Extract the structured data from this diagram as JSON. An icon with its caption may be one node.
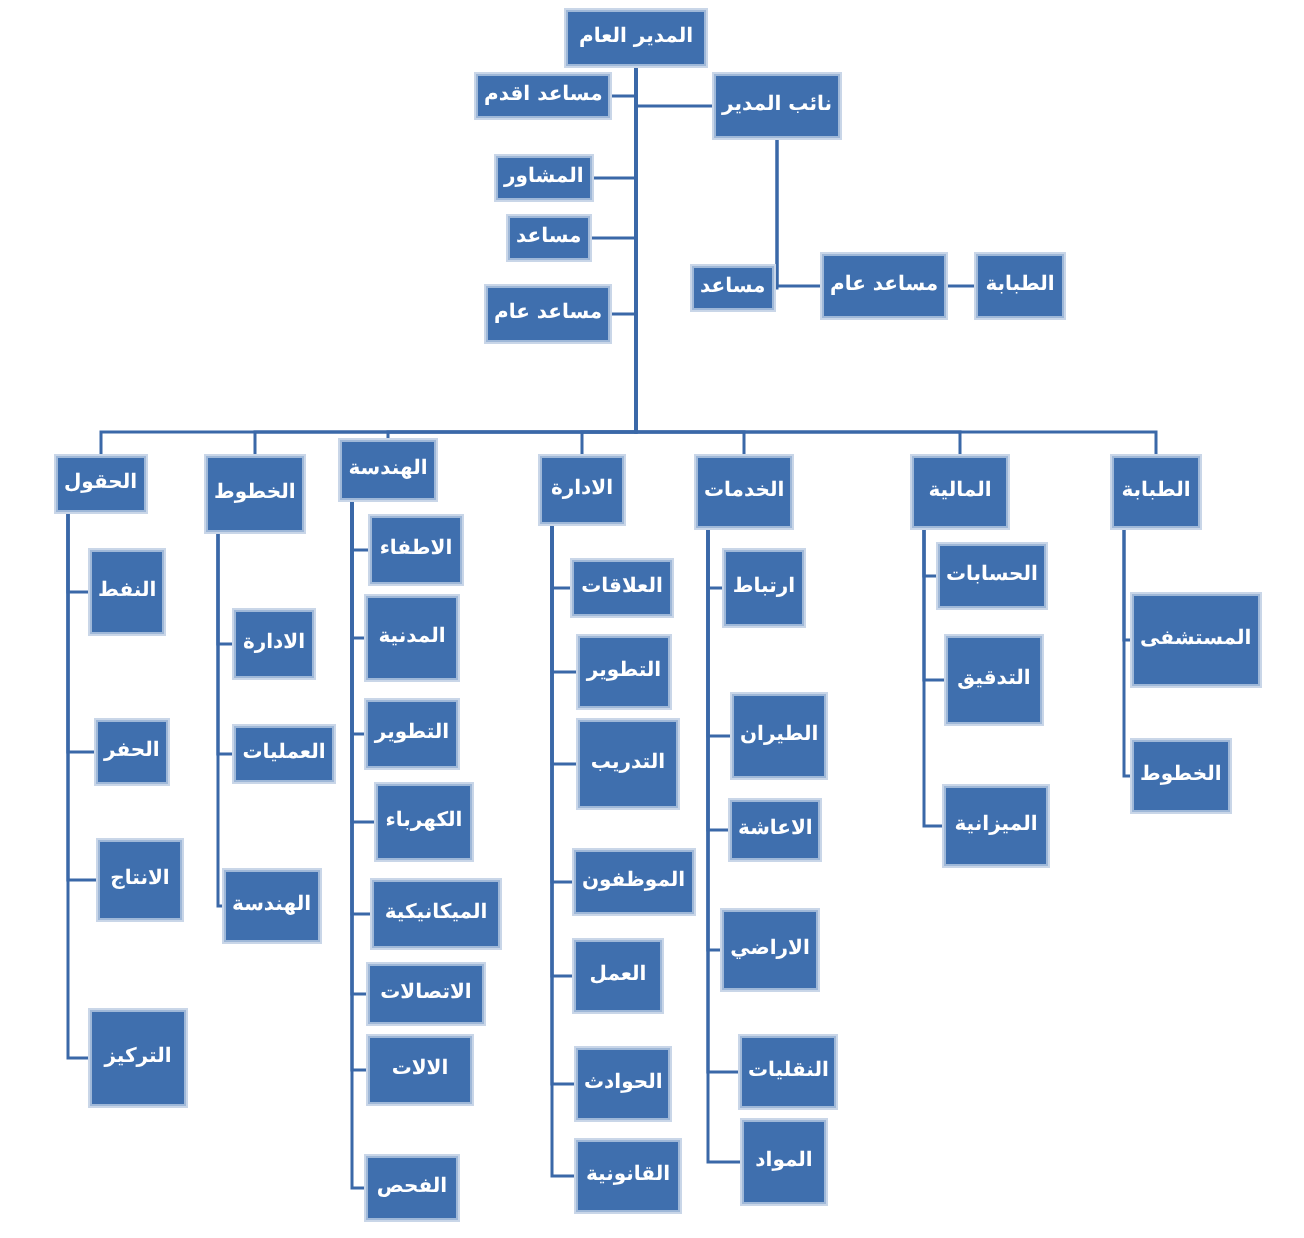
{
  "diagram": {
    "nodes": [
      {
        "text": [
          "المدير العام"
        ]
      },
      {
        "text": [
          "مساعد اقدم"
        ]
      },
      {
        "text": [
          "نائب المدير"
        ]
      },
      {
        "text": [
          "المشاور"
        ]
      },
      {
        "text": [
          "مساعد"
        ]
      },
      {
        "text": [
          "مساعد"
        ]
      },
      {
        "text": [
          "مساعد عام"
        ]
      },
      {
        "text": [
          "الطبابة"
        ]
      },
      {
        "text": [
          "مساعد عام"
        ]
      },
      {
        "text": [
          "الحقول"
        ]
      },
      {
        "text": [
          "الخطوط"
        ]
      },
      {
        "text": [
          "الهندسة"
        ]
      },
      {
        "text": [
          "الادارة"
        ]
      },
      {
        "text": [
          "الخدمات"
        ]
      },
      {
        "text": [
          "المالية"
        ]
      },
      {
        "text": [
          "الطبابة"
        ]
      },
      {
        "text": [
          "النفط"
        ]
      },
      {
        "text": [
          "الحفر"
        ]
      },
      {
        "text": [
          "الانتاج"
        ]
      },
      {
        "text": [
          "التركيز"
        ]
      },
      {
        "text": [
          "الادارة"
        ]
      },
      {
        "text": [
          "العمليات"
        ]
      },
      {
        "text": [
          "الهندسة"
        ]
      },
      {
        "text": [
          "الاطفاء"
        ]
      },
      {
        "text": [
          "المدنية"
        ]
      },
      {
        "text": [
          "التطوير"
        ]
      },
      {
        "text": [
          "الكهرباء"
        ]
      },
      {
        "text": [
          "الميكانيكية"
        ]
      },
      {
        "text": [
          "الاتصالات"
        ]
      },
      {
        "text": [
          "الالات"
        ]
      },
      {
        "text": [
          "الفحص"
        ]
      },
      {
        "text": [
          "العلاقات"
        ]
      },
      {
        "text": [
          "التطوير"
        ]
      },
      {
        "text": [
          "التدريب"
        ]
      },
      {
        "text": [
          "الموظفون"
        ]
      },
      {
        "text": [
          "العمل"
        ]
      },
      {
        "text": [
          "الحوادث"
        ]
      },
      {
        "text": [
          "القانونية"
        ]
      },
      {
        "text": [
          "ارتباط"
        ]
      },
      {
        "text": [
          "الطيران"
        ]
      },
      {
        "text": [
          "الاعاشة"
        ]
      },
      {
        "text": [
          "الاراضي"
        ]
      },
      {
        "text": [
          "النقليات"
        ]
      },
      {
        "text": [
          "المواد"
        ]
      },
      {
        "text": [
          "الحسابات"
        ]
      },
      {
        "text": [
          "التدقيق"
        ]
      },
      {
        "text": [
          "الميزانية"
        ]
      },
      {
        "text": [
          "المستشفى"
        ]
      },
      {
        "text": [
          "الخطوط"
        ]
      }
    ],
    "edges": [
      {
        "from": 0,
        "to": 1,
        "arrow": "none"
      },
      {
        "from": 0,
        "to": 2,
        "arrow": "none"
      },
      {
        "from": 0,
        "to": 3,
        "arrow": "none"
      },
      {
        "from": 0,
        "to": 4,
        "arrow": "none"
      },
      {
        "from": 0,
        "to": 8,
        "arrow": "none"
      },
      {
        "from": 2,
        "to": 5,
        "arrow": "none"
      },
      {
        "from": 2,
        "to": 6,
        "arrow": "none"
      },
      {
        "from": 6,
        "to": 7,
        "arrow": "none"
      },
      {
        "from": 0,
        "to": 9,
        "arrow": "none"
      },
      {
        "from": 0,
        "to": 10,
        "arrow": "none"
      },
      {
        "from": 0,
        "to": 11,
        "arrow": "none"
      },
      {
        "from": 0,
        "to": 12,
        "arrow": "none"
      },
      {
        "from": 0,
        "to": 13,
        "arrow": "none"
      },
      {
        "from": 0,
        "to": 14,
        "arrow": "none"
      },
      {
        "from": 0,
        "to": 15,
        "arrow": "none"
      },
      {
        "from": 9,
        "to": 16,
        "arrow": "none"
      },
      {
        "from": 9,
        "to": 17,
        "arrow": "none"
      },
      {
        "from": 9,
        "to": 18,
        "arrow": "none"
      },
      {
        "from": 9,
        "to": 19,
        "arrow": "none"
      },
      {
        "from": 10,
        "to": 20,
        "arrow": "none"
      },
      {
        "from": 10,
        "to": 21,
        "arrow": "none"
      },
      {
        "from": 10,
        "to": 22,
        "arrow": "none"
      },
      {
        "from": 11,
        "to": 23,
        "arrow": "none"
      },
      {
        "from": 11,
        "to": 24,
        "arrow": "none"
      },
      {
        "from": 11,
        "to": 25,
        "arrow": "none"
      },
      {
        "from": 11,
        "to": 26,
        "arrow": "none"
      },
      {
        "from": 11,
        "to": 27,
        "arrow": "none"
      },
      {
        "from": 11,
        "to": 28,
        "arrow": "none"
      },
      {
        "from": 11,
        "to": 29,
        "arrow": "none"
      },
      {
        "from": 11,
        "to": 30,
        "arrow": "none"
      },
      {
        "from": 12,
        "to": 31,
        "arrow": "none"
      },
      {
        "from": 12,
        "to": 32,
        "arrow": "none"
      },
      {
        "from": 12,
        "to": 33,
        "arrow": "none"
      },
      {
        "from": 12,
        "to": 34,
        "arrow": "none"
      },
      {
        "from": 12,
        "to": 35,
        "arrow": "none"
      },
      {
        "from": 12,
        "to": 36,
        "arrow": "none"
      },
      {
        "from": 12,
        "to": 37,
        "arrow": "none"
      },
      {
        "from": 13,
        "to": 38,
        "arrow": "none"
      },
      {
        "from": 13,
        "to": 39,
        "arrow": "none"
      },
      {
        "from": 13,
        "to": 40,
        "arrow": "none"
      },
      {
        "from": 13,
        "to": 41,
        "arrow": "none"
      },
      {
        "from": 13,
        "to": 42,
        "arrow": "none"
      },
      {
        "from": 13,
        "to": 43,
        "arrow": "none"
      },
      {
        "from": 14,
        "to": 44,
        "arrow": "none"
      },
      {
        "from": 14,
        "to": 45,
        "arrow": "none"
      },
      {
        "from": 14,
        "to": 46,
        "arrow": "none"
      },
      {
        "from": 15,
        "to": 47,
        "arrow": "none"
      },
      {
        "from": 15,
        "to": 48,
        "arrow": "none"
      }
    ]
  }
}
